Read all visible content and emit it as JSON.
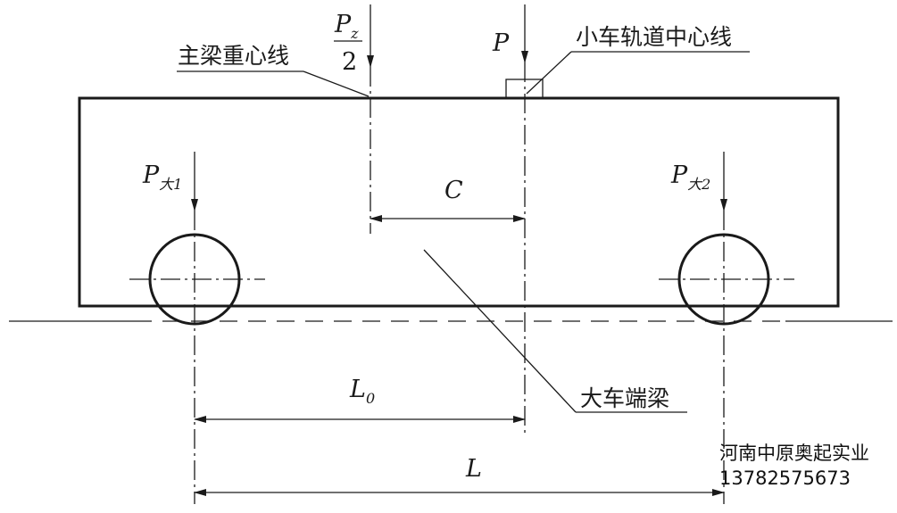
{
  "labels": {
    "girder_centerline": "主梁重心线",
    "trolley_track_centerline": "小车轨道中心线",
    "end_beam": "大车端梁"
  },
  "symbols": {
    "pz_half": {
      "main": "P",
      "sub": "z",
      "denominator": "2"
    },
    "p": "P",
    "p_da1": {
      "main": "P",
      "sub": "大1"
    },
    "p_da2": {
      "main": "P",
      "sub": "大2"
    },
    "c": "C",
    "l0": {
      "main": "L",
      "sub": "0"
    },
    "l": "L"
  },
  "watermark": {
    "company": "河南中原奥起实业",
    "phone": "13782575673"
  }
}
